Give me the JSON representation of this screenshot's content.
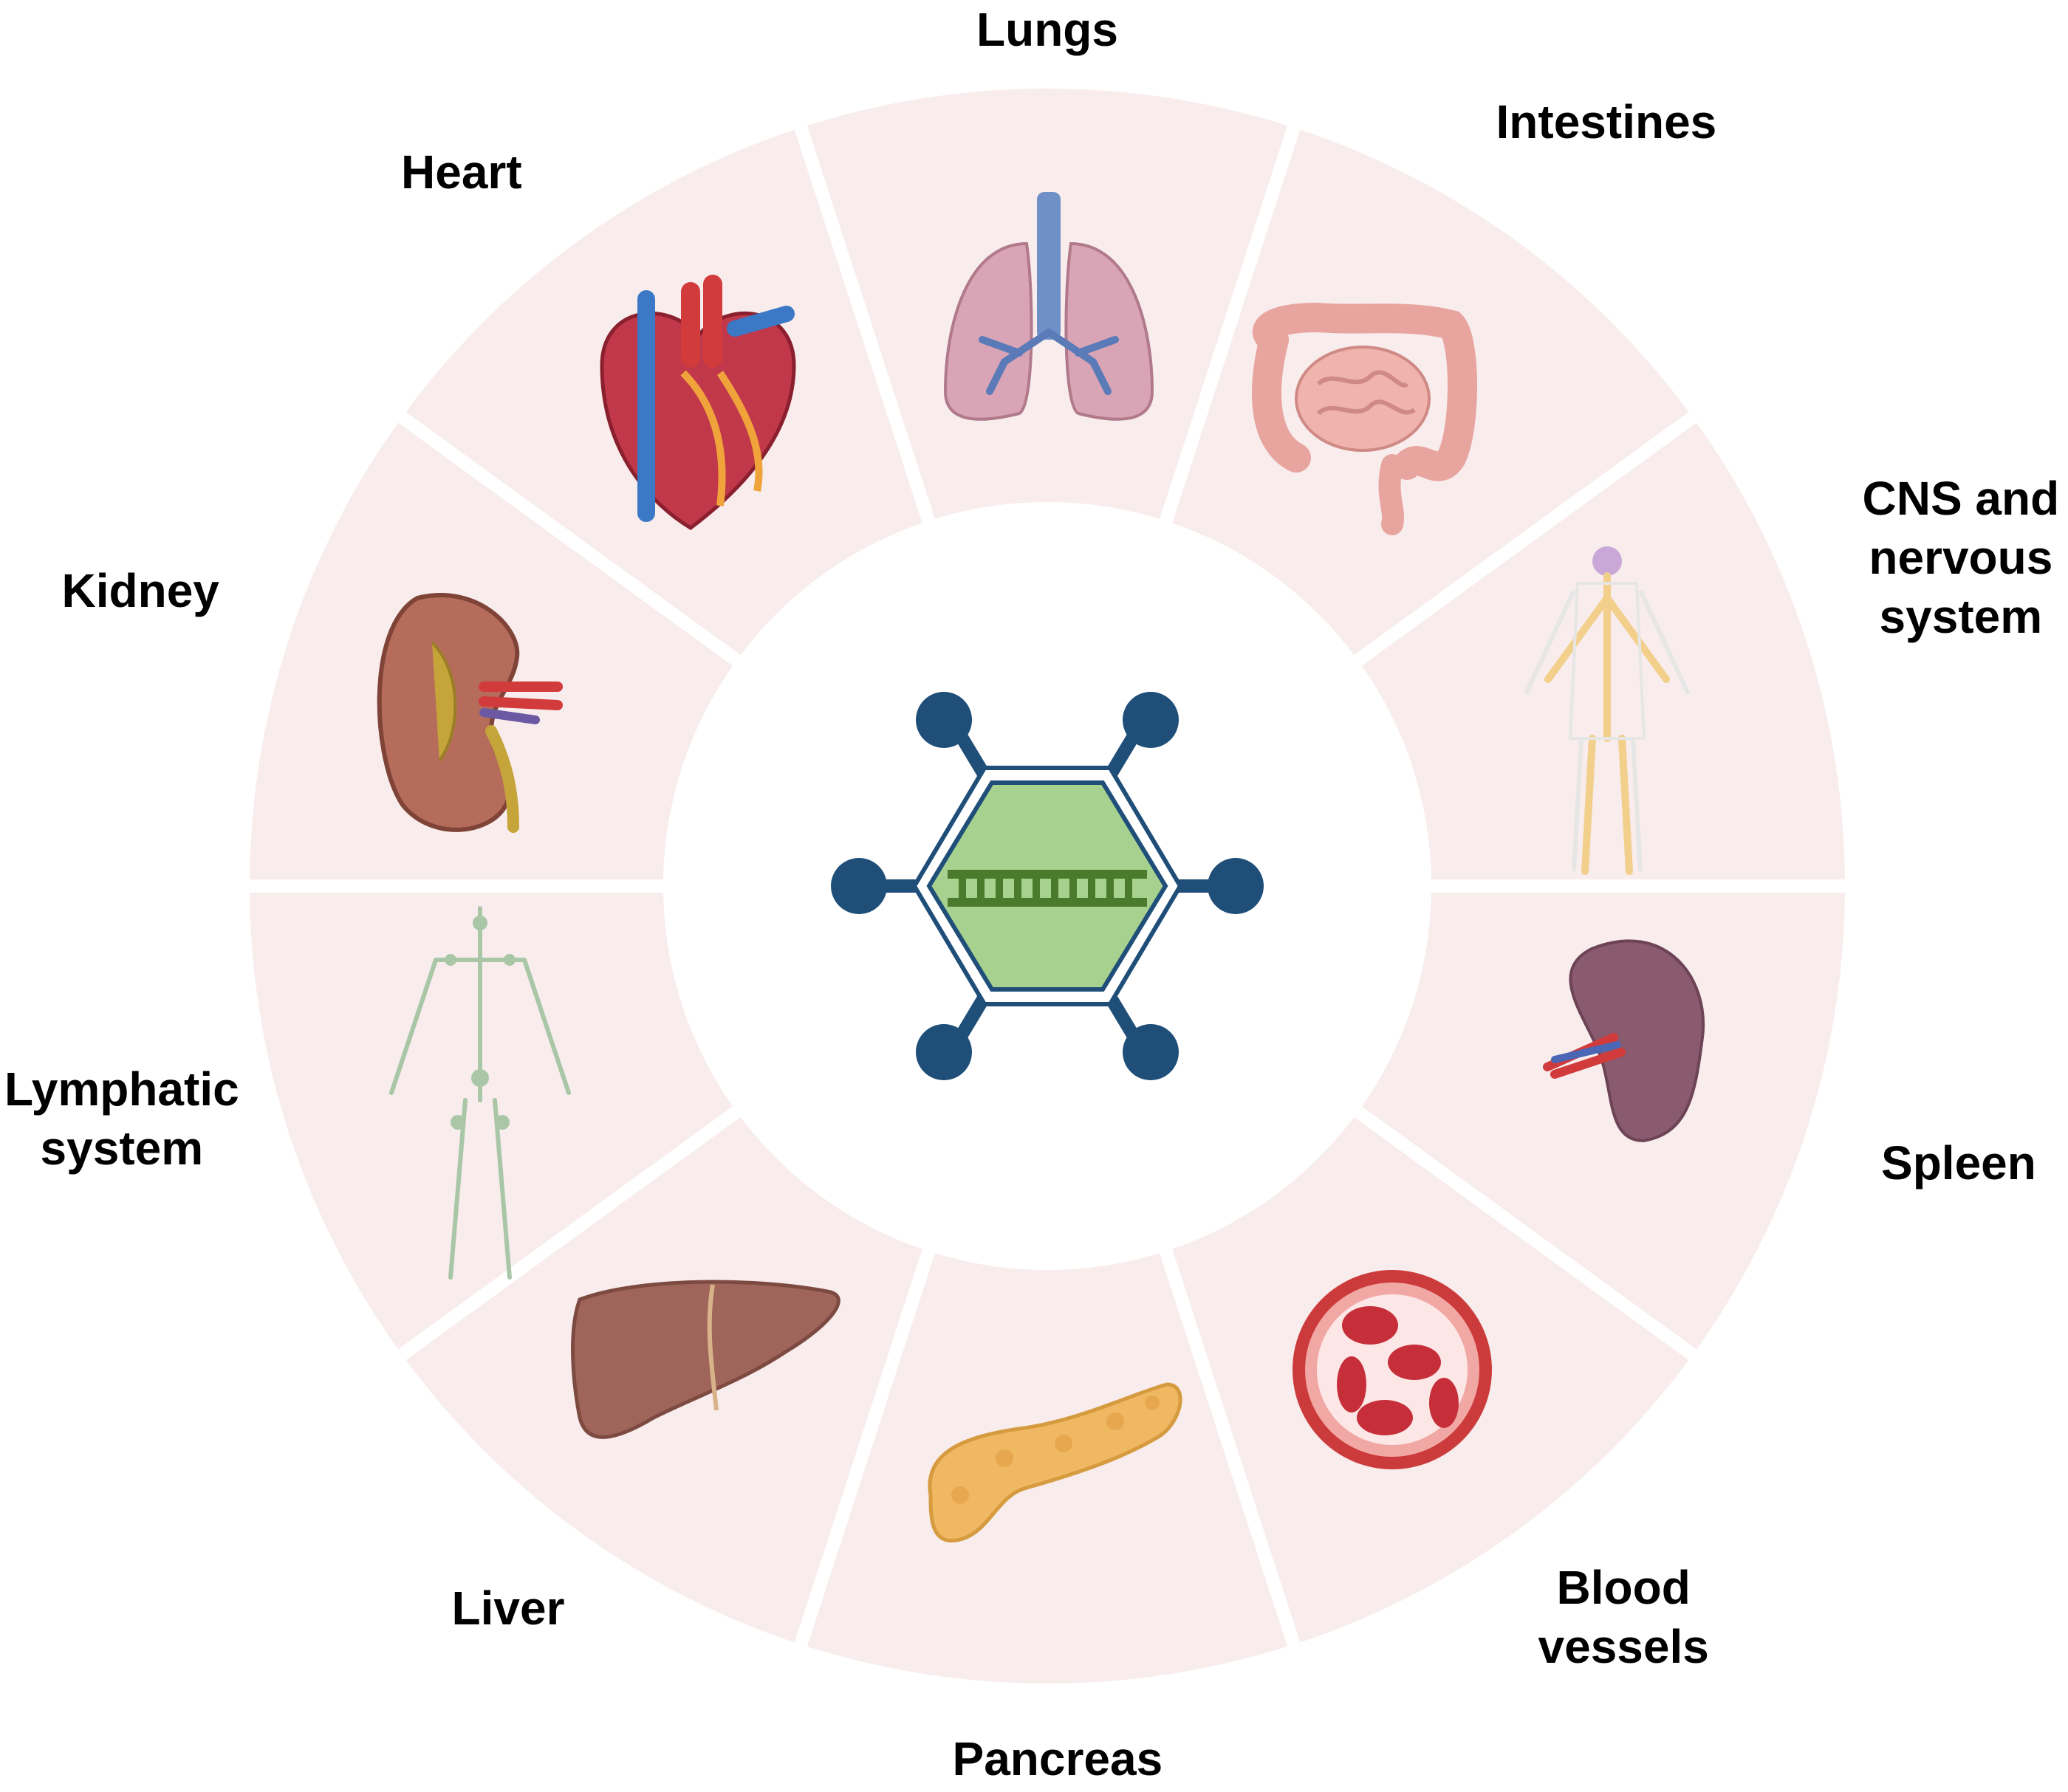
{
  "colors": {
    "segment_fill": "#f8ecec",
    "hub_fill": "#ffffff",
    "capsid_fill": "#a6d18f",
    "capsid_stroke": "#1f4e79",
    "genome": "#4a7a2b",
    "fiber": "#1f4e79"
  },
  "segments": [
    {
      "id": "lungs",
      "label_lines": [
        "Lungs"
      ],
      "icon": "lungs-icon"
    },
    {
      "id": "intestines",
      "label_lines": [
        "Intestines"
      ],
      "icon": "intestines-icon"
    },
    {
      "id": "cns",
      "label_lines": [
        "CNS and",
        "nervous",
        "system"
      ],
      "icon": "nervous-system-icon"
    },
    {
      "id": "spleen",
      "label_lines": [
        "Spleen"
      ],
      "icon": "spleen-icon"
    },
    {
      "id": "blood-vessels",
      "label_lines": [
        "Blood",
        "vessels"
      ],
      "icon": "blood-vessel-icon"
    },
    {
      "id": "pancreas",
      "label_lines": [
        "Pancreas"
      ],
      "icon": "pancreas-icon"
    },
    {
      "id": "liver",
      "label_lines": [
        "Liver"
      ],
      "icon": "liver-icon"
    },
    {
      "id": "lymphatic",
      "label_lines": [
        "Lymphatic",
        "system"
      ],
      "icon": "lymphatic-system-icon"
    },
    {
      "id": "kidney",
      "label_lines": [
        "Kidney"
      ],
      "icon": "kidney-icon"
    },
    {
      "id": "heart",
      "label_lines": [
        "Heart"
      ],
      "icon": "heart-icon"
    }
  ],
  "center_icon": "viral-vector-icon"
}
